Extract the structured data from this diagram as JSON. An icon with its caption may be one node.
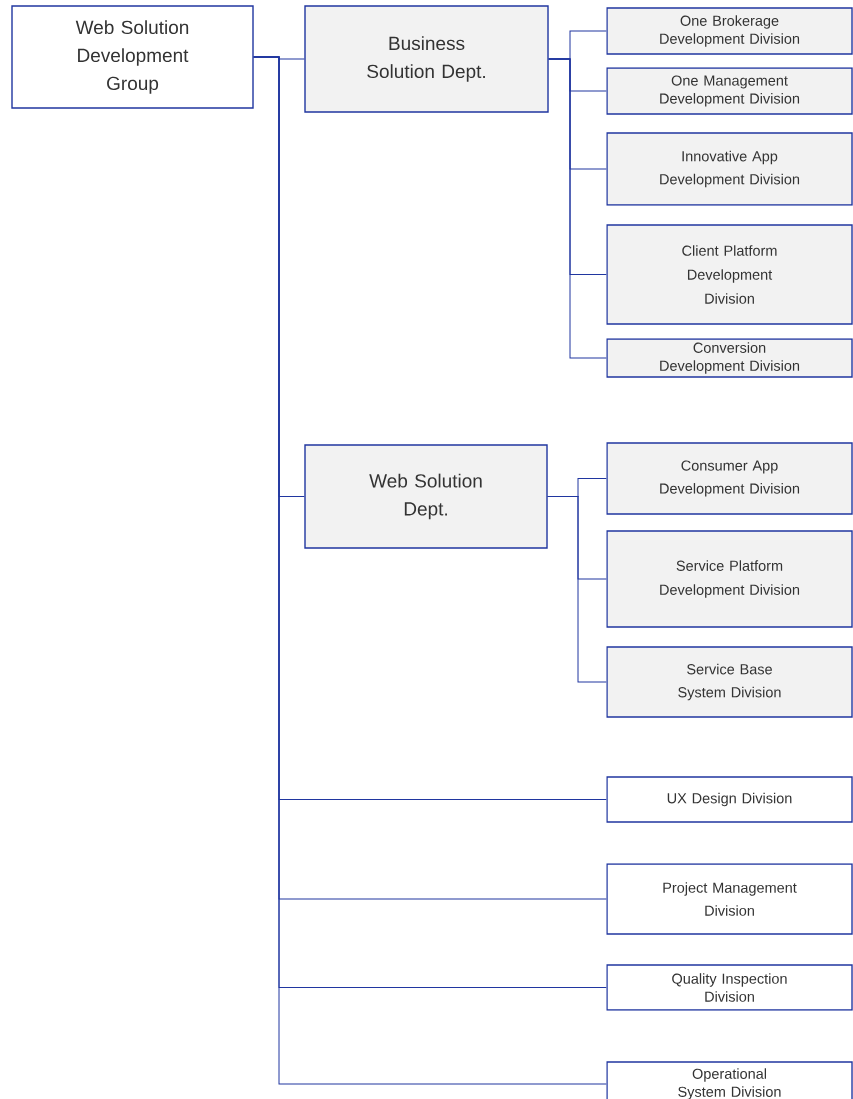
{
  "diagram": {
    "nodes": [
      {
        "text": [
          "Web Solution Development Group"
        ]
      },
      {
        "text": [
          "Business Solution Dept."
        ]
      },
      {
        "text": [
          "One Brokerage Development Division"
        ]
      },
      {
        "text": [
          "One Management Development Division"
        ]
      },
      {
        "text": [
          "Innovative App Development Division"
        ]
      },
      {
        "text": [
          "Client Platform Development Division"
        ]
      },
      {
        "text": [
          "Conversion Development Division"
        ]
      },
      {
        "text": [
          "Web Solution Dept."
        ]
      },
      {
        "text": [
          "Consumer App Development Division"
        ]
      },
      {
        "text": [
          "Service Platform Development Division"
        ]
      },
      {
        "text": [
          "Service Base System Division"
        ]
      },
      {
        "text": [
          "UX Design Division"
        ]
      },
      {
        "text": [
          "Project Management Division"
        ]
      },
      {
        "text": [
          "Quality Inspection Division"
        ]
      },
      {
        "text": [
          "Operational System Division"
        ]
      }
    ],
    "edges": [
      {
        "from": 0,
        "to": 1,
        "arrow": "none"
      },
      {
        "from": 0,
        "to": 7,
        "arrow": "none"
      },
      {
        "from": 0,
        "to": 11,
        "arrow": "none"
      },
      {
        "from": 0,
        "to": 12,
        "arrow": "none"
      },
      {
        "from": 0,
        "to": 13,
        "arrow": "none"
      },
      {
        "from": 0,
        "to": 14,
        "arrow": "none"
      },
      {
        "from": 1,
        "to": 2,
        "arrow": "none"
      },
      {
        "from": 1,
        "to": 3,
        "arrow": "none"
      },
      {
        "from": 1,
        "to": 4,
        "arrow": "none"
      },
      {
        "from": 1,
        "to": 5,
        "arrow": "none"
      },
      {
        "from": 1,
        "to": 6,
        "arrow": "none"
      },
      {
        "from": 7,
        "to": 8,
        "arrow": "none"
      },
      {
        "from": 7,
        "to": 9,
        "arrow": "none"
      },
      {
        "from": 7,
        "to": 10,
        "arrow": "none"
      }
    ]
  }
}
